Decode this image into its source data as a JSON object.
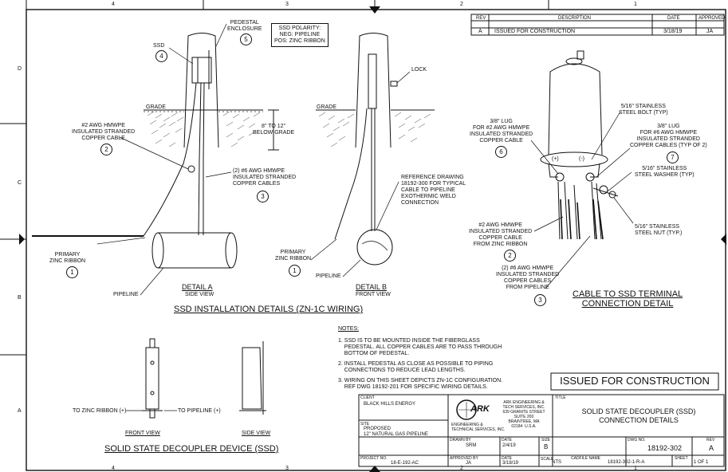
{
  "border": {
    "top_numbers": [
      "4",
      "3",
      "2",
      "1"
    ],
    "bottom_numbers": [
      "4",
      "3",
      "2",
      "1"
    ],
    "side_letters": [
      "D",
      "C",
      "B",
      "A"
    ]
  },
  "revision_table": {
    "headers": [
      "REV",
      "DESCRIPTION",
      "DATE",
      "APPROVED"
    ],
    "rows": [
      {
        "rev": "A",
        "description": "ISSUED FOR CONSTRUCTION",
        "date": "3/18/19",
        "approved": "JA"
      }
    ]
  },
  "detail_a": {
    "pedestal_label": "PEDESTAL\nENCLOSURE",
    "pedestal_num": "5",
    "ssd_label": "SSD",
    "ssd_num": "4",
    "polarity_box": "SSD POLARITY:\nNEG: PIPELINE\nPOS: ZINC RIBBON",
    "grade": "GRADE",
    "depth": "8\" TO 12\"\nBELOW GRADE",
    "cable2_label": "#2 AWG HMWPE\nINSULATED STRANDED\nCOPPER CABLE",
    "cable2_num": "2",
    "cable3_label": "(2) #6 AWG HMWPE\nINSULATED STRANDED\nCOPPER CABLES",
    "cable3_num": "3",
    "zinc_label": "PRIMARY\nZINC RIBBON",
    "zinc_num": "1",
    "pipeline": "PIPELINE",
    "title": "DETAIL A",
    "subtitle": "SIDE VIEW"
  },
  "detail_b": {
    "lock": "LOCK",
    "grade": "GRADE",
    "reference": "REFERENCE DRAWING\n18192-300 FOR TYPICAL\nCABLE TO PIPELINE\nEXOTHERMIC WELD\nCONNECTION",
    "zinc_label": "PRIMARY\nZINC RIBBON",
    "zinc_num": "1",
    "pipeline": "PIPELINE",
    "title": "DETAIL B",
    "subtitle": "FRONT VIEW"
  },
  "installation_title": "SSD INSTALLATION DETAILS (ZN-1C WIRING)",
  "terminal_detail": {
    "lug6": "3/8\" LUG\nFOR #2 AWG HMWPE\nINSULATED STRANDED\nCOPPER CABLE",
    "lug6_num": "6",
    "plus": "(+)",
    "minus": "(-)",
    "bolt": "5/16\" STAINLESS\nSTEEL BOLT (TYP)",
    "lug7": "3/8\" LUG\nFOR #6 AWG HMWPE\nINSULATED STRANDED\nCOPPER CABLES (TYP OF 2)",
    "lug7_num": "7",
    "washer": "5/16\" STAINLESS\nSTEEL WASHER (TYP)",
    "cable2": "#2 AWG HMWPE\nINSULATED STRANDED\nCOPPER CABLE\nFROM ZINC RIBBON",
    "cable2_num": "2",
    "nut": "5/16\" STAINLESS\nSTEEL NUT (TYP.)",
    "cable3": "(2) #6 AWG HMWPE\nINSULATED STRANDED\nCOPPER CABLES\nFROM PIPELINE",
    "cable3_num": "3",
    "title": "CABLE TO SSD TERMINAL\nCONNECTION DETAIL"
  },
  "notes": {
    "heading": "NOTES:",
    "items": [
      "1. SSD IS TO BE MOUNTED INSIDE THE FIBERGLASS\n    PEDESTAL. ALL COPPER CABLES ARE TO PASS THROUGH\n    BOTTOM OF PEDESTAL.",
      "2. INSTALL PEDESTAL AS CLOSE AS POSSIBLE TO PIPING\n    CONNECTIONS TO REDUCE LEAD LENGTHS.",
      "3. WIRING ON THIS SHEET DEPICTS ZN-1C CONFIGURATION.\n    REF DWG 18192-201 FOR SPECIFIC WIRING DETAILS."
    ]
  },
  "ssd_device": {
    "zinc": "TO ZINC RIBBON (+)",
    "pipeline": "TO PIPELINE (+)",
    "front": "FRONT VIEW",
    "side": "SIDE VIEW",
    "title": "SOLID STATE DECOUPLER DEVICE (SSD)"
  },
  "title_block": {
    "issued": "ISSUED FOR CONSTRUCTION",
    "client_label": "CLIENT",
    "client": "BLACK HILLS ENERGY",
    "site_label": "SITE",
    "site": "PROPOSED\n12\" NATURAL GAS PIPELINE",
    "firm_logo": "ARK",
    "firm_small": "ENGINEERING &\nTECHNICAL SERVICES, INC.",
    "firm_address": "ARK ENGINEERING &\nTECH SERVICES, INC.\n639 GRANITE STREET\nSUITE 200\nBRAINTREE, MA\n02184  U.S.A.",
    "title_label": "TITLE",
    "title": "SOLID STATE DECOUPLER (SSD)\nCONNECTION DETAILS",
    "project_label": "PROJECT NO.",
    "project": "18-E-192-AC",
    "drawn_by_label": "DRAWN BY",
    "drawn_by": "SRM",
    "date_label": "DATE",
    "drawn_date": "2/4/19",
    "size_label": "SIZE",
    "size": "B",
    "approved_label": "APPROVED BY",
    "approved": "JA",
    "approved_date": "3/18/19",
    "scale_label": "SCALE",
    "scale": "NTS",
    "dwg_label": "DWG NO.",
    "dwg": "18192-302",
    "rev_label": "REV",
    "rev": "A",
    "cad_label": "CADFILE NAME",
    "cad": "18192-302-1-R-A",
    "sheet_label": "SHEET",
    "sheet": "1  OF  1"
  }
}
